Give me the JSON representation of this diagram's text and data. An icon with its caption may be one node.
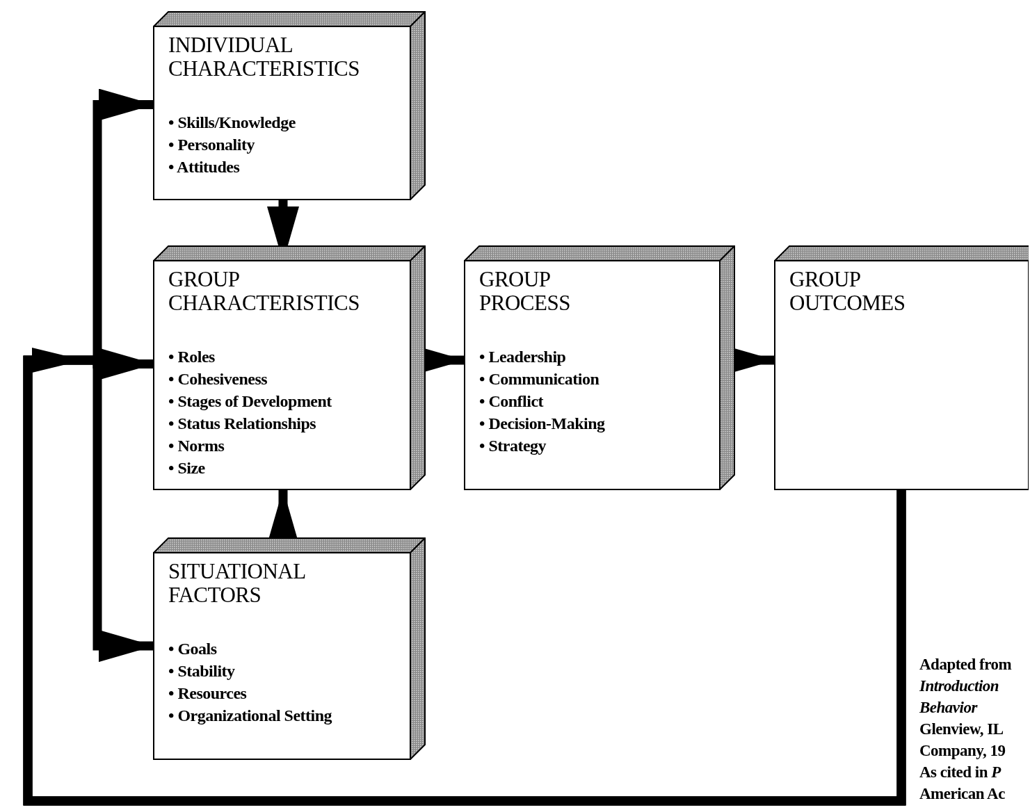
{
  "diagram": {
    "nodes": [
      {
        "text": [
          "INDIVIDUAL CHARACTERISTICS",
          "• Skills/Knowledge",
          "• Personality",
          "• Attitudes"
        ]
      },
      {
        "text": [
          "GROUP CHARACTERISTICS",
          "• Roles",
          "• Cohesiveness",
          "• Stages of Development",
          "• Status Relationships",
          "• Norms",
          "• Size"
        ]
      },
      {
        "text": [
          "GROUP PROCESS",
          "• Leadership",
          "• Communication",
          "• Conflict",
          "• Decision-Making",
          "• Strategy"
        ]
      },
      {
        "text": [
          "GROUP OUTCOMES"
        ]
      },
      {
        "text": [
          "SITUATIONAL FACTORS",
          "• Goals",
          "• Stability",
          "• Resources",
          "• Organizational Setting"
        ]
      }
    ],
    "edges": [
      {
        "from": 0,
        "to": 1,
        "arrow": "to"
      },
      {
        "from": 4,
        "to": 1,
        "arrow": "to"
      },
      {
        "from": 1,
        "to": 2,
        "arrow": "to"
      },
      {
        "from": 2,
        "to": 3,
        "arrow": "to"
      },
      {
        "from": 3,
        "to": 0,
        "arrow": "to"
      },
      {
        "from": 3,
        "to": 1,
        "arrow": "to"
      },
      {
        "from": 3,
        "to": 4,
        "arrow": "to"
      }
    ],
    "labels": [
      "Adapted from",
      "Introduction",
      "Behavior",
      "Glenview, IL",
      "Company, 19",
      "As cited in *P*",
      "American Ac"
    ]
  }
}
